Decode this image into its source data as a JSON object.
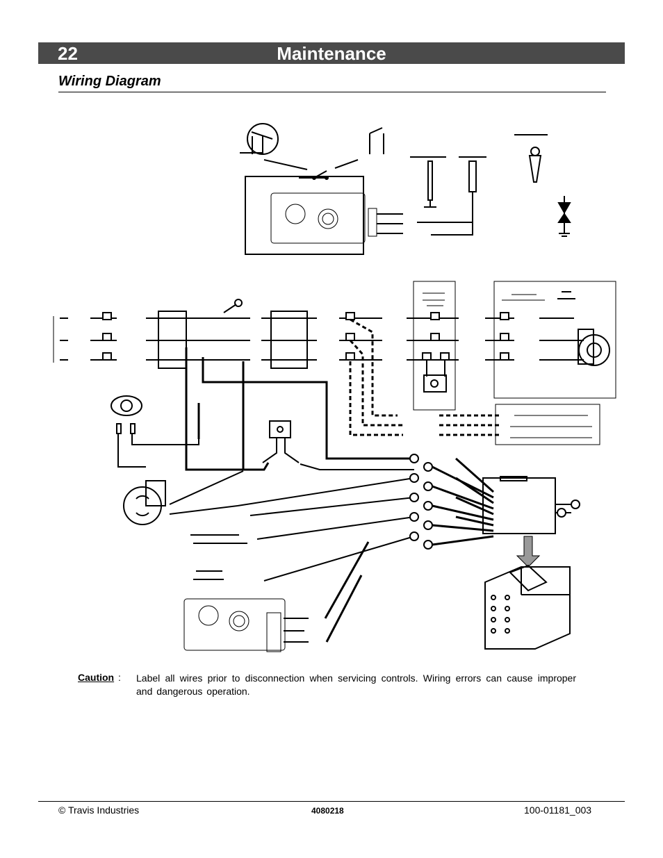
{
  "header": {
    "section_number": "22",
    "title": "Maintenance",
    "bar_color": "#4a4a4a"
  },
  "section": {
    "title": "Wiring Diagram"
  },
  "diagram": {},
  "caution": {
    "label": "Caution",
    "colon": ":",
    "text": "Label all wires prior to disconnection when servicing controls.  Wiring errors can cause improper and dangerous operation."
  },
  "footer": {
    "copyright": "© Travis Industries",
    "center_code": "4080218",
    "part_number": "100-01181_003"
  }
}
